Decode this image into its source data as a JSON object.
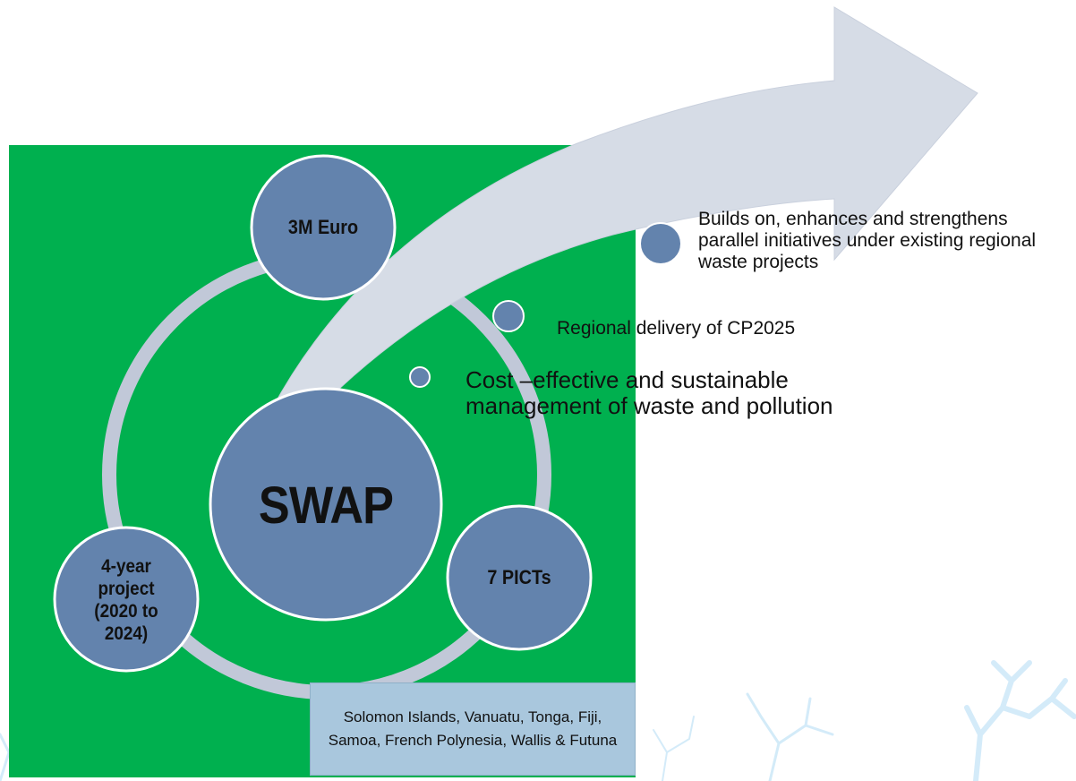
{
  "nodes": {
    "funding": "3M Euro",
    "core": "SWAP",
    "countries_count": "7 PICTs",
    "duration": "4-year project (2020 to 2024)"
  },
  "countries_list": "Solomon Islands, Vanuatu, Tonga, Fiji, Samoa, French Polynesia, Wallis & Futuna",
  "bullets": [
    "Builds on, enhances and strengthens parallel initiatives under existing regional waste projects",
    "Regional delivery of CP2025",
    "Cost –effective and  sustainable management of waste and pollution"
  ],
  "colors": {
    "panel": "#00b04f",
    "circle": "#6383ad",
    "ring": "#c1c8d8",
    "arrow": "#d6dce6",
    "coral": "#cfe9f8"
  }
}
